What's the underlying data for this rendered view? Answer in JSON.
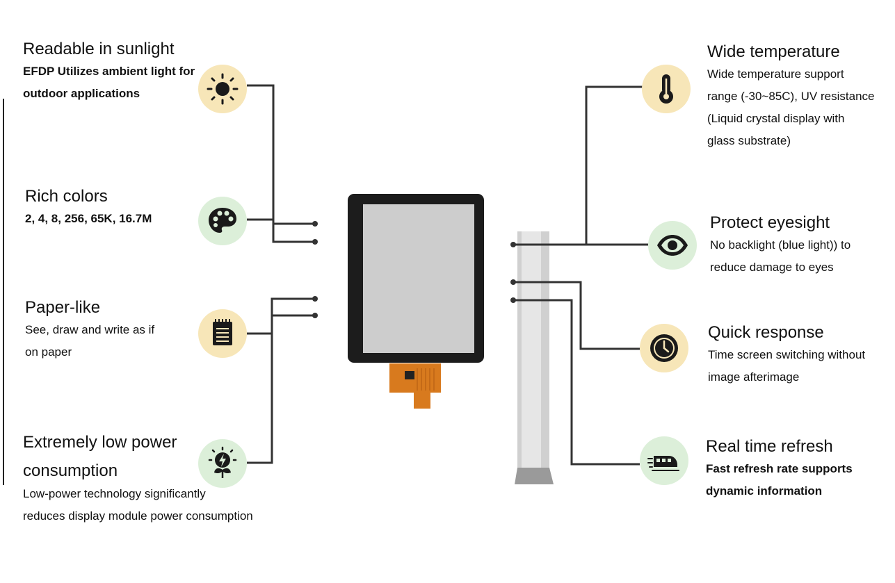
{
  "colors": {
    "icon_yellow": "#f7e6b8",
    "icon_green": "#dcefd9",
    "line": "#333333",
    "bezel": "#1c1c1c",
    "screen": "#cdcdcd",
    "flex_cable": "#d87a1e"
  },
  "left_features": [
    {
      "title": "Readable in sunlight",
      "desc": [
        "EFDP Utilizes ambient light for",
        "outdoor applications"
      ],
      "icon": "sun-icon"
    },
    {
      "title": "Rich colors",
      "desc": [
        "2, 4, 8, 256, 65K, 16.7M"
      ],
      "icon": "palette-icon"
    },
    {
      "title": "Paper-like",
      "desc": [
        "See, draw and write as if",
        "on paper"
      ],
      "icon": "notepad-icon"
    },
    {
      "title": "Extremely low power",
      "title2": "consumption",
      "desc": [
        "Low-power technology significantly",
        "reduces  display module power consumption"
      ],
      "icon": "bulb-leaf-icon"
    }
  ],
  "right_features": [
    {
      "title": "Wide temperature",
      "desc": [
        "Wide temperature support",
        "range (-30~85C), UV resistance",
        " (Liquid crystal display with",
        "glass substrate)"
      ],
      "icon": "thermometer-icon"
    },
    {
      "title": "Protect eyesight",
      "desc": [
        "No backlight (blue light)) to",
        "reduce damage to eyes"
      ],
      "icon": "eye-icon"
    },
    {
      "title": "Quick response",
      "desc": [
        "Time screen switching without",
        " image afterimage"
      ],
      "icon": "clock-icon"
    },
    {
      "title": "Real time refresh",
      "desc": [
        "Fast refresh rate supports",
        "dynamic information"
      ],
      "icon": "train-icon"
    }
  ]
}
